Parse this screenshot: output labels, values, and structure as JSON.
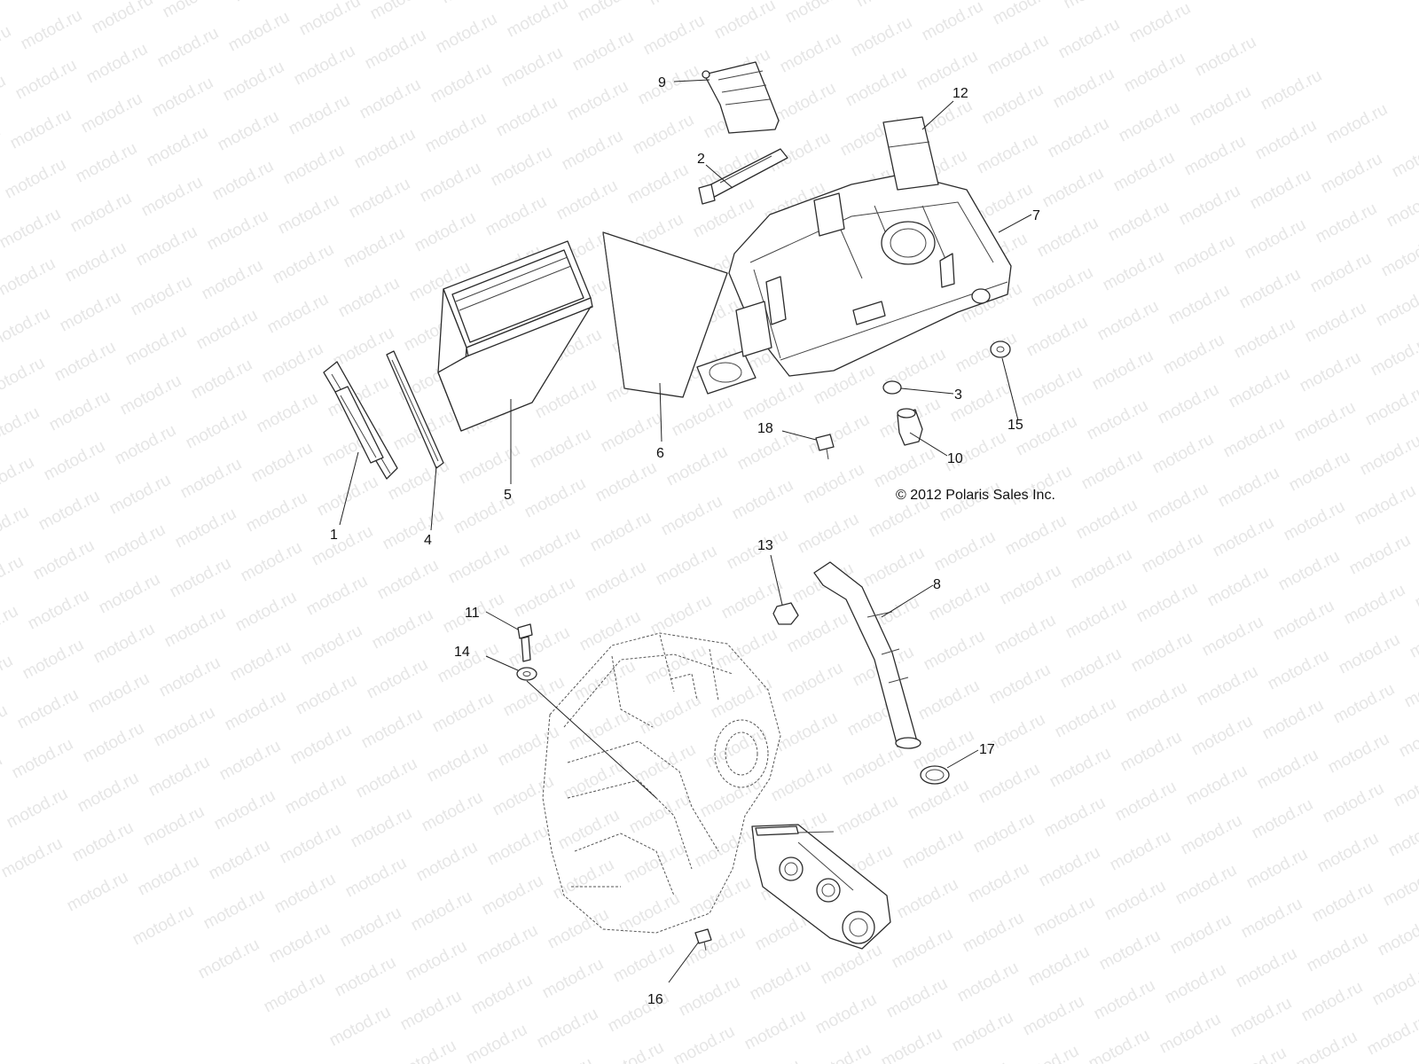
{
  "watermark": {
    "text": "motod.ru"
  },
  "copyright": "© 2012 Polaris Sales Inc.",
  "callouts": [
    {
      "id": "1",
      "label": "1"
    },
    {
      "id": "2",
      "label": "2"
    },
    {
      "id": "3",
      "label": "3"
    },
    {
      "id": "4",
      "label": "4"
    },
    {
      "id": "5",
      "label": "5"
    },
    {
      "id": "6",
      "label": "6"
    },
    {
      "id": "7",
      "label": "7"
    },
    {
      "id": "8",
      "label": "8"
    },
    {
      "id": "9",
      "label": "9"
    },
    {
      "id": "10",
      "label": "10"
    },
    {
      "id": "11",
      "label": "11"
    },
    {
      "id": "12",
      "label": "12"
    },
    {
      "id": "13",
      "label": "13"
    },
    {
      "id": "14",
      "label": "14"
    },
    {
      "id": "15",
      "label": "15"
    },
    {
      "id": "16",
      "label": "16"
    },
    {
      "id": "17",
      "label": "17"
    },
    {
      "id": "18",
      "label": "18"
    }
  ]
}
